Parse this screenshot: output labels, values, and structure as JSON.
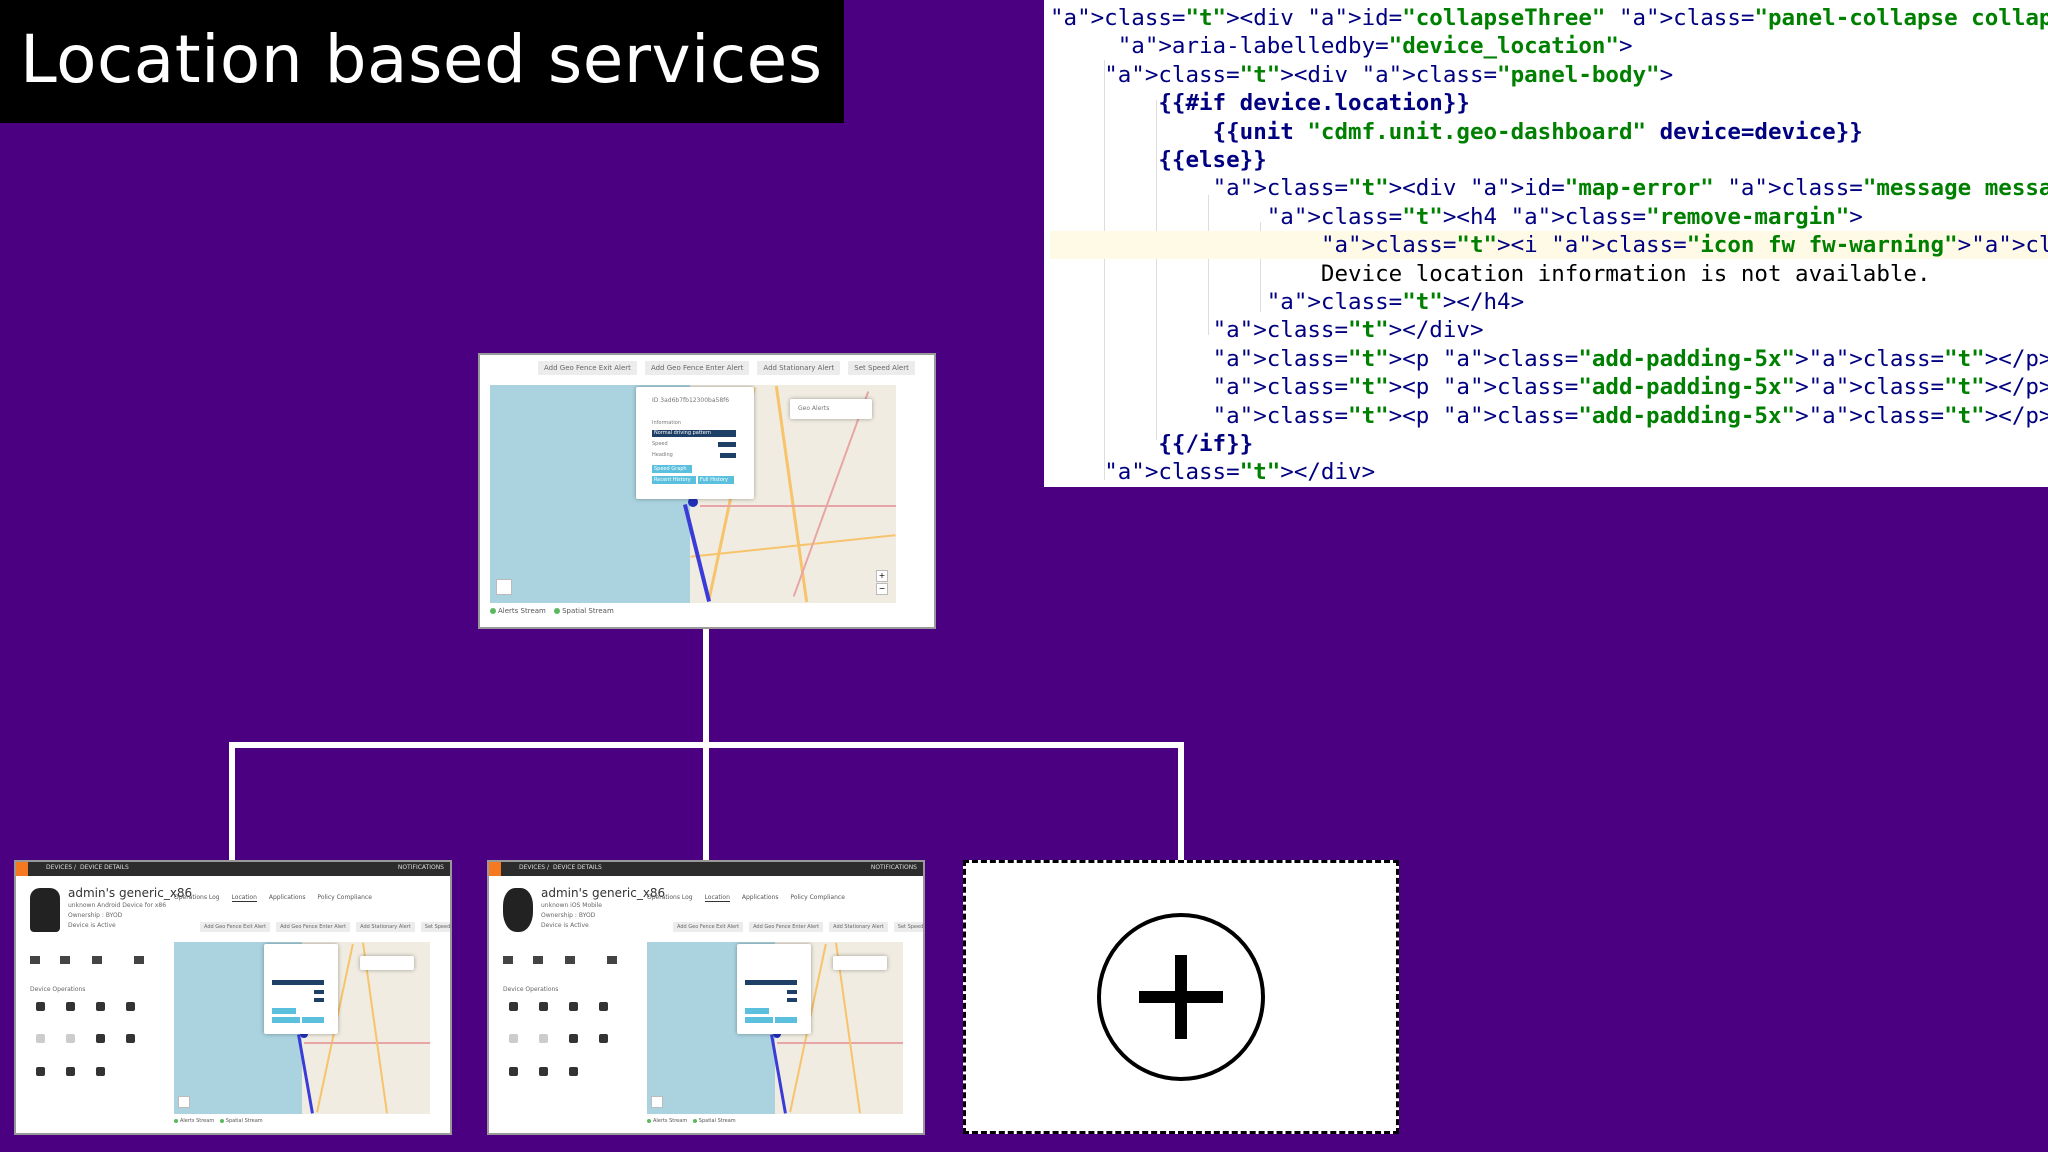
{
  "title": "Location based services",
  "code_lines": [
    "<div id=\"collapseThree\" class=\"panel-collapse collapse in\" role=\"tabpanel\"",
    "     aria-labelledby=\"device_location\">",
    "    <div class=\"panel-body\">",
    "        {{#if device.location}}",
    "            {{unit \"cdmf.unit.geo-dashboard\" device=device}}",
    "        {{else}}",
    "            <div id=\"map-error\" class=\"message message-warning\">",
    "                <h4 class=\"remove-margin\">",
    "                    <i class=\"icon fw fw-warning\"></i>",
    "                    Device location information is not available.",
    "                </h4>",
    "            </div>",
    "            <p class=\"add-padding-5x\"></p>",
    "            <p class=\"add-padding-5x\"></p>",
    "            <p class=\"add-padding-5x\"></p>",
    "        {{/if}}",
    "    </div>"
  ],
  "geo_dashboard": {
    "buttons": [
      "Add Geo Fence Exit Alert",
      "Add Geo Fence Enter Alert",
      "Add Stationary Alert",
      "Set Speed Alert"
    ],
    "popup": {
      "id": "ID 3ad6b7fb12300ba58f6",
      "information": "Information",
      "pattern": "Normal driving pattern",
      "speed": "Speed",
      "heading": "Heading",
      "speed_graph": "Speed Graph",
      "recent_history": "Recent History",
      "full_history": "Full History"
    },
    "geo_alerts": "Geo Alerts",
    "legend": [
      "Alerts Stream",
      "Spatial Stream"
    ]
  },
  "device_pages": [
    {
      "platform": "android",
      "breadcrumb": [
        "DEVICES",
        "DEVICE DETAILS"
      ],
      "notifications": "NOTIFICATIONS",
      "name": "admin's generic_x86",
      "model": "unknown Android Device for x86",
      "ownership": "Ownership : BYOD",
      "status": "Device is Active",
      "tabs": [
        "Operations Log",
        "Location",
        "Applications",
        "Policy Compliance"
      ],
      "device_operations": "Device Operations"
    },
    {
      "platform": "ios",
      "breadcrumb": [
        "DEVICES",
        "DEVICE DETAILS"
      ],
      "notifications": "NOTIFICATIONS",
      "name": "admin's generic_x86",
      "model": "unknown iOS Mobile",
      "ownership": "Ownership : BYOD",
      "status": "Device is Active",
      "tabs": [
        "Operations Log",
        "Location",
        "Applications",
        "Policy Compliance"
      ],
      "device_operations": "Device Operations"
    }
  ],
  "add_placeholder_icon": "plus-circle-icon"
}
